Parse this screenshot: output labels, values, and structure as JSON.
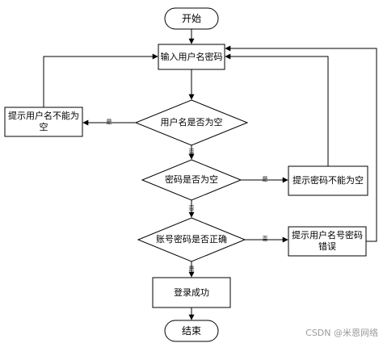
{
  "flowchart": {
    "start": "开始",
    "input": "输入用户名密码",
    "decision_username": "用户名是否为空",
    "prompt_username_empty": "提示用户名不能为空",
    "decision_password": "密码是否为空",
    "prompt_password_empty": "提示密码不能为空",
    "decision_credentials": "账号密码是否正确",
    "prompt_credentials_error": "提示用户名号密码错误",
    "login_success": "登录成功",
    "end": "结束"
  },
  "edge_labels": {
    "yes_username": "是",
    "no_username": "否",
    "yes_password": "是",
    "no_password": "否",
    "no_credentials": "否",
    "yes_credentials": "是"
  },
  "watermark": "CSDN @米恩网络"
}
